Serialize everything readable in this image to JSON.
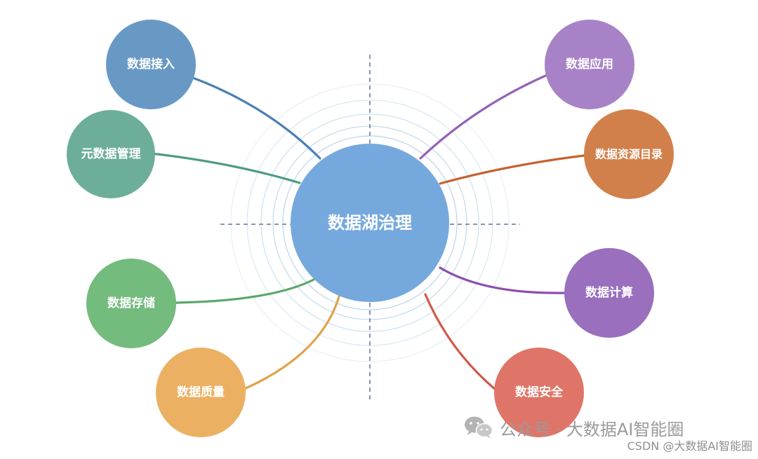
{
  "center": {
    "label": "数据湖治理",
    "color": "#75a9de"
  },
  "nodes": [
    {
      "label": "数据接入",
      "color": "#6899c5",
      "line_color": "#4a7fb5"
    },
    {
      "label": "元数据管理",
      "color": "#6cae9a",
      "line_color": "#4d9b85"
    },
    {
      "label": "数据存储",
      "color": "#74bb7e",
      "line_color": "#5aa86a"
    },
    {
      "label": "数据质量",
      "color": "#ebb062",
      "line_color": "#e0a24a"
    },
    {
      "label": "数据应用",
      "color": "#a882c6",
      "line_color": "#9560b8"
    },
    {
      "label": "数据资源目录",
      "color": "#d2804b",
      "line_color": "#c4622e"
    },
    {
      "label": "数据计算",
      "color": "#9a6fbe",
      "line_color": "#8a4fb0"
    },
    {
      "label": "数据安全",
      "color": "#df7568",
      "line_color": "#d05a48"
    }
  ],
  "watermark": {
    "text": "公众号 · 大数据AI智能圈",
    "icon": "wechat-icon",
    "csdn": "CSDN @大数据AI智能圈"
  }
}
